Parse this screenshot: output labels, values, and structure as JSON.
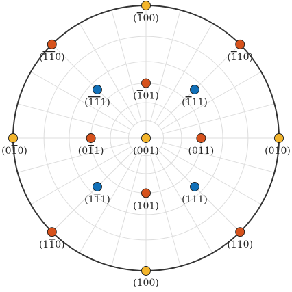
{
  "figure": {
    "title": "",
    "colors": {
      "circle_outline": "#333333",
      "grid": "#dddddd",
      "family_100": "#f3b52c",
      "family_110": "#d6521c",
      "family_111": "#1170b8"
    }
  },
  "poles": [
    {
      "id": "p001",
      "family": "100",
      "azimuth": 0,
      "polar": 0,
      "label": [
        {
          "d": "0"
        },
        {
          "d": "0"
        },
        {
          "d": "1"
        }
      ]
    },
    {
      "id": "p-100",
      "family": "100",
      "azimuth": 90,
      "polar": 90,
      "label": [
        {
          "d": "1",
          "bar": true
        },
        {
          "d": "0"
        },
        {
          "d": "0"
        }
      ]
    },
    {
      "id": "p100",
      "family": "100",
      "azimuth": 270,
      "polar": 90,
      "label": [
        {
          "d": "1"
        },
        {
          "d": "0"
        },
        {
          "d": "0"
        }
      ]
    },
    {
      "id": "p010",
      "family": "100",
      "azimuth": 0,
      "polar": 90,
      "label": [
        {
          "d": "0"
        },
        {
          "d": "1"
        },
        {
          "d": "0"
        }
      ]
    },
    {
      "id": "p0-10",
      "family": "100",
      "azimuth": 180,
      "polar": 90,
      "label": [
        {
          "d": "0"
        },
        {
          "d": "1",
          "bar": true
        },
        {
          "d": "0"
        }
      ]
    },
    {
      "id": "p-110",
      "family": "110",
      "azimuth": 45,
      "polar": 90,
      "label": [
        {
          "d": "1",
          "bar": true
        },
        {
          "d": "1"
        },
        {
          "d": "0"
        }
      ]
    },
    {
      "id": "p-1-10",
      "family": "110",
      "azimuth": 135,
      "polar": 90,
      "label": [
        {
          "d": "1",
          "bar": true
        },
        {
          "d": "1",
          "bar": true
        },
        {
          "d": "0"
        }
      ]
    },
    {
      "id": "p1-10",
      "family": "110",
      "azimuth": 225,
      "polar": 90,
      "label": [
        {
          "d": "1"
        },
        {
          "d": "1",
          "bar": true
        },
        {
          "d": "0"
        }
      ]
    },
    {
      "id": "p110",
      "family": "110",
      "azimuth": 315,
      "polar": 90,
      "label": [
        {
          "d": "1"
        },
        {
          "d": "1"
        },
        {
          "d": "0"
        }
      ]
    },
    {
      "id": "p-101",
      "family": "110",
      "azimuth": 90,
      "polar": 45,
      "label": [
        {
          "d": "1",
          "bar": true
        },
        {
          "d": "0"
        },
        {
          "d": "1"
        }
      ]
    },
    {
      "id": "p101",
      "family": "110",
      "azimuth": 270,
      "polar": 45,
      "label": [
        {
          "d": "1"
        },
        {
          "d": "0"
        },
        {
          "d": "1"
        }
      ]
    },
    {
      "id": "p011",
      "family": "110",
      "azimuth": 0,
      "polar": 45,
      "label": [
        {
          "d": "0"
        },
        {
          "d": "1"
        },
        {
          "d": "1"
        }
      ]
    },
    {
      "id": "p0-11",
      "family": "110",
      "azimuth": 180,
      "polar": 45,
      "label": [
        {
          "d": "0"
        },
        {
          "d": "1",
          "bar": true
        },
        {
          "d": "1"
        }
      ]
    },
    {
      "id": "p-111",
      "family": "111",
      "azimuth": 45,
      "polar": 54.74,
      "label": [
        {
          "d": "1",
          "bar": true
        },
        {
          "d": "1"
        },
        {
          "d": "1"
        }
      ]
    },
    {
      "id": "p-1-11",
      "family": "111",
      "azimuth": 135,
      "polar": 54.74,
      "label": [
        {
          "d": "1",
          "bar": true
        },
        {
          "d": "1",
          "bar": true
        },
        {
          "d": "1"
        }
      ]
    },
    {
      "id": "p1-11",
      "family": "111",
      "azimuth": 225,
      "polar": 54.74,
      "label": [
        {
          "d": "1"
        },
        {
          "d": "1",
          "bar": true
        },
        {
          "d": "1"
        }
      ]
    },
    {
      "id": "p111",
      "family": "111",
      "azimuth": 315,
      "polar": 54.74,
      "label": [
        {
          "d": "1"
        },
        {
          "d": "1"
        },
        {
          "d": "1"
        }
      ]
    }
  ]
}
